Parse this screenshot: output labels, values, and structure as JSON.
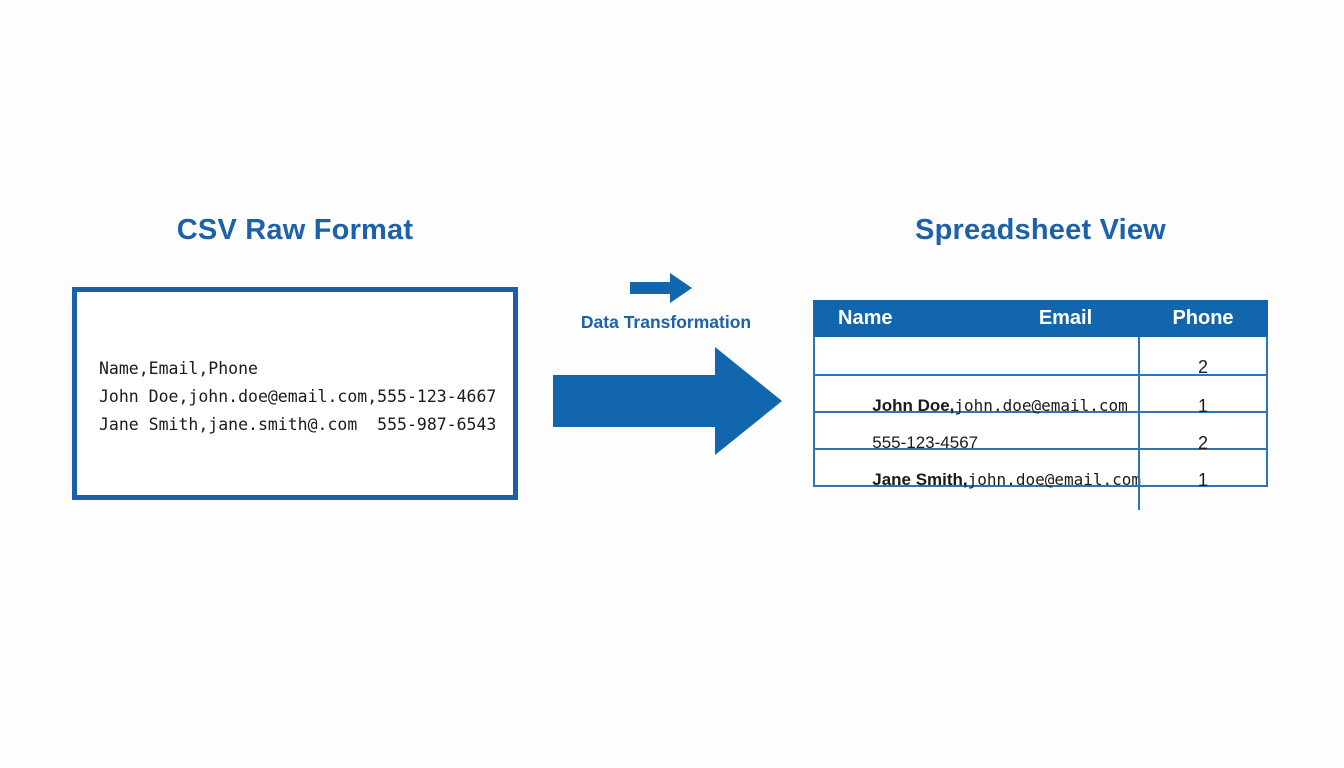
{
  "colors": {
    "accent_blue": "#1266ae",
    "title_blue": "#1c61a9",
    "box_border_blue": "#1a5fa8",
    "grid_line_blue": "#2e75b5",
    "text_dark": "#1a1a1a",
    "background": "#fdfdfd"
  },
  "left_panel": {
    "title": "CSV Raw Format",
    "csv_lines": [
      "Name,Email,Phone",
      "John Doe,john.doe@email.com,555-123-4667",
      "Jane Smith,jane.smith@.com  555-987-6543"
    ]
  },
  "transform": {
    "label": "Data Transformation",
    "icons": [
      "small-right-arrow",
      "big-right-arrow"
    ]
  },
  "right_panel": {
    "title": "Spreadsheet View",
    "table": {
      "headers": [
        "Name",
        "Email",
        "Phone"
      ],
      "rows": [
        {
          "text": "",
          "email": "",
          "phone": "2"
        },
        {
          "text": "John Doe,",
          "email": "john.doe@email.com",
          "phone": "1"
        },
        {
          "text": "555-123-4567",
          "email": "",
          "phone": "2"
        },
        {
          "text": "Jane Smith,",
          "email": "john.doe@email.com",
          "phone": "1"
        }
      ]
    }
  }
}
